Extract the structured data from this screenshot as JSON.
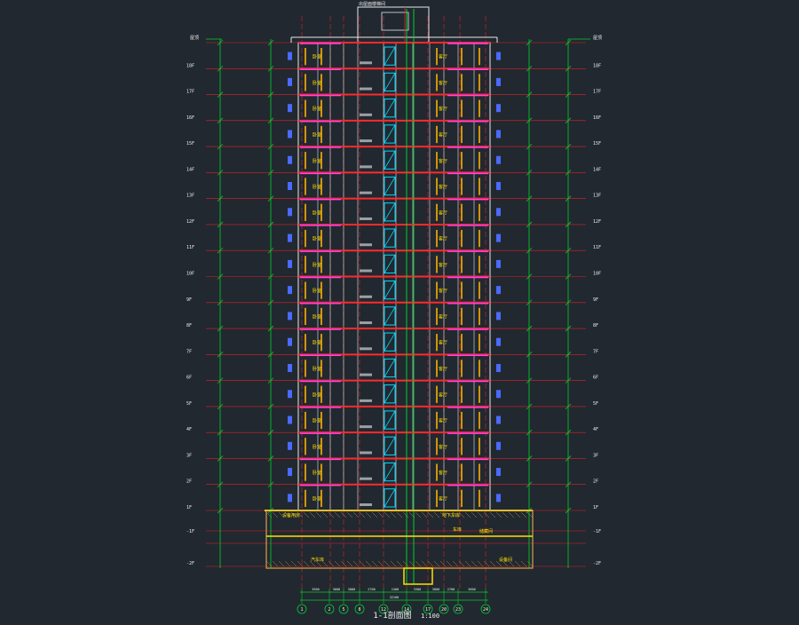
{
  "drawing": {
    "title": "1-1剖面图",
    "scale": "1:100",
    "roof_label": "屋顶",
    "top_note": "出屋面楼梯间",
    "floor_labels": [
      "2F",
      "3F",
      "4F",
      "5F",
      "6F",
      "7F",
      "8F",
      "9F",
      "10F",
      "11F",
      "12F",
      "13F",
      "14F",
      "15F",
      "16F",
      "17F",
      "18F"
    ],
    "ground_label": "1F",
    "basement_labels": [
      "-1F",
      "-2F"
    ],
    "basement_rooms": [
      "设备用房",
      "汽车库",
      "地下车库",
      "车库",
      "储藏间",
      "设备间"
    ],
    "room_left": "卧室",
    "room_right": "客厅",
    "grid_axes": [
      "1",
      "2",
      "5",
      "8",
      "12",
      "14",
      "17",
      "20",
      "23",
      "24"
    ],
    "bottom_dims": [
      "3900",
      "3600",
      "3000",
      "2700",
      "2400",
      "3300",
      "3000",
      "2700",
      "3600",
      "3900"
    ],
    "overall_dim": "32100"
  },
  "colors": {
    "background": "#212830",
    "wall": "#e8e8e8",
    "floor_slab": "#ff2a2a",
    "grid_line": "#e0202a",
    "dim_line": "#00d12a",
    "window": "#ffb000",
    "stair": "#00d8ff",
    "magenta": "#ff40ff",
    "yellow": "#ffe000",
    "blue_accent": "#4a6bff",
    "hatch": "#d4a44a",
    "text": "#f0f0f0"
  }
}
